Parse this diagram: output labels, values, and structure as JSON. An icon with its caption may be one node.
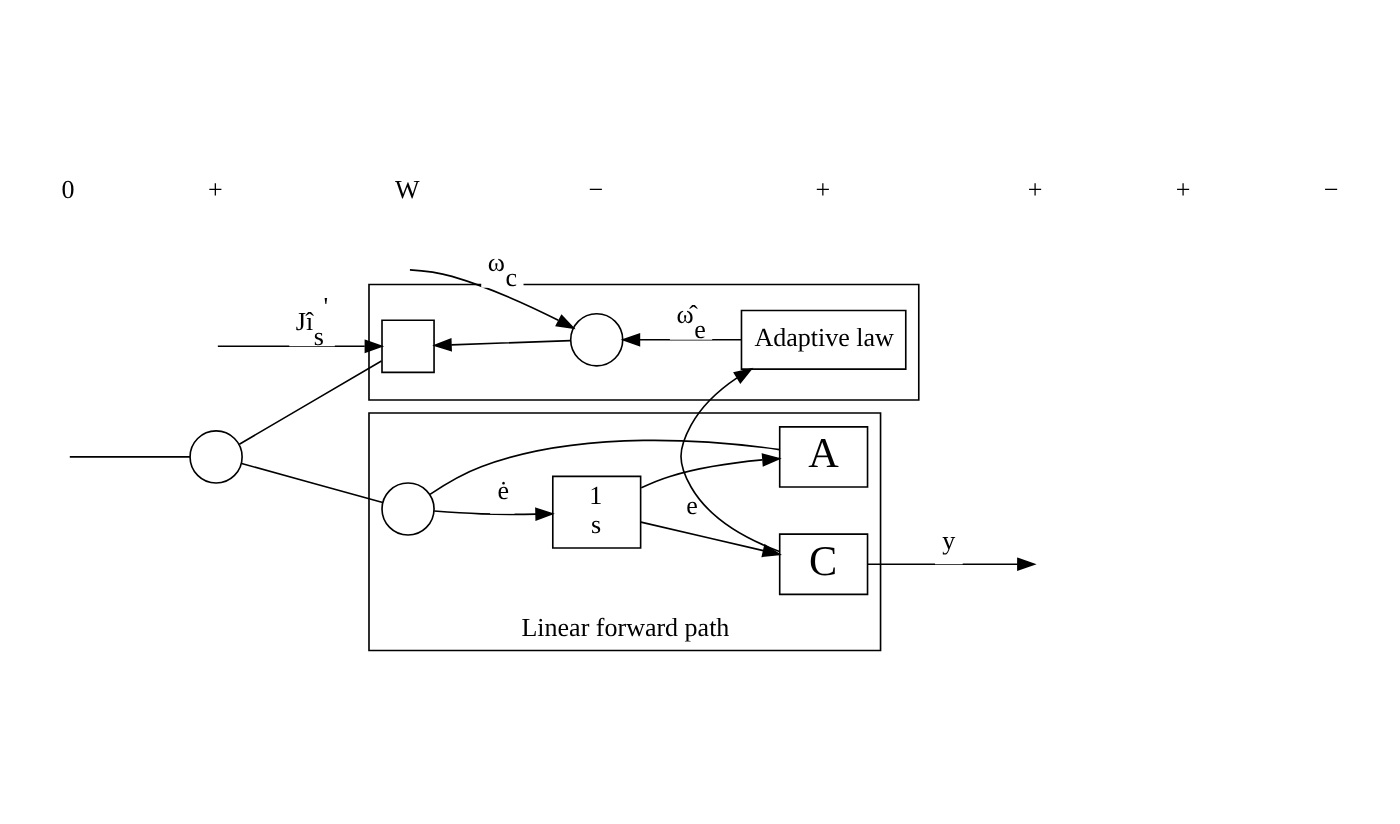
{
  "diagram": {
    "nodes": [
      {
        "text": [
          "Linear forward path"
        ]
      },
      {
        "text": [],
        "shape": "circle"
      },
      {
        "text": [],
        "shape": "circle",
        "in": 0
      },
      {
        "text": [
          "1",
          "s"
        ],
        "in": 0
      },
      {
        "text": [
          "C"
        ],
        "in": 0
      },
      {
        "text": [
          "A"
        ],
        "in": 0
      },
      {
        "text": [],
        "shape": "box"
      },
      {
        "text": [],
        "shape": "box",
        "in": 6
      },
      {
        "text": [],
        "shape": "circle",
        "in": 6
      },
      {
        "text": [
          "Adaptive law"
        ],
        "in": 6
      }
    ],
    "edges": [
      {
        "from": null,
        "to": 1,
        "arrow": "none"
      },
      {
        "from": 1,
        "to": 2,
        "arrow": "none"
      },
      {
        "from": 2,
        "to": 3,
        "arrow": "to",
        "label": "ė"
      },
      {
        "from": 3,
        "to": 4,
        "arrow": "to",
        "label": "e"
      },
      {
        "from": 3,
        "to": 5,
        "arrow": "to"
      },
      {
        "from": 5,
        "to": 2,
        "arrow": "none"
      },
      {
        "from": 4,
        "to": null,
        "arrow": "to",
        "label": "y"
      },
      {
        "from": 4,
        "to": 9,
        "arrow": "to"
      },
      {
        "from": 9,
        "to": 8,
        "arrow": "to",
        "label": "ω̂$_{e}$"
      },
      {
        "from": 8,
        "to": 7,
        "arrow": "to"
      },
      {
        "from": 7,
        "to": 1,
        "arrow": "none"
      },
      {
        "from": null,
        "to": 7,
        "arrow": "to",
        "label": "Jî$_{s}$$^{'}$"
      },
      {
        "from": null,
        "to": 8,
        "arrow": "to",
        "label": "ω$_{c}$"
      }
    ],
    "labels": [
      "0",
      "+",
      "W",
      "−",
      "+",
      "+",
      "+",
      "−"
    ]
  }
}
